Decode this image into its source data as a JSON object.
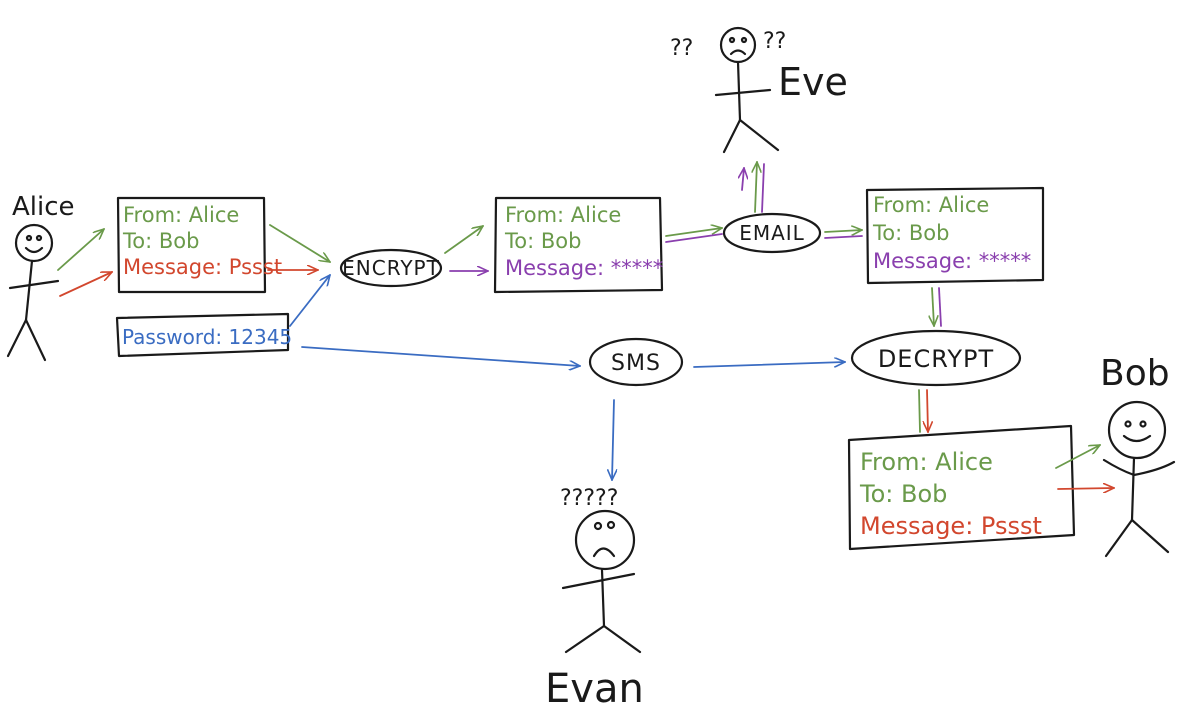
{
  "colors": {
    "ink": "#1a1a1a",
    "green": "#6a9a4a",
    "red": "#d2472e",
    "purple": "#8a3fae",
    "blue": "#3a6cc2"
  },
  "people": {
    "alice": "Alice",
    "bob": "Bob",
    "eve": "Eve",
    "evan": "Evan"
  },
  "nodes": {
    "encrypt": "ENCRYPT",
    "email": "EMAIL",
    "sms": "SMS",
    "decrypt": "DECRYPT"
  },
  "messages": {
    "original": {
      "from": "From: Alice",
      "to": "To: Bob",
      "message": "Message: Pssst"
    },
    "encrypted": {
      "from": "From: Alice",
      "to": "To: Bob",
      "message": "Message: *****"
    },
    "emailed": {
      "from": "From: Alice",
      "to": "To: Bob",
      "message": "Message: *****"
    },
    "decrypted": {
      "from": "From: Alice",
      "to": "To: Bob",
      "message": "Message: Pssst"
    }
  },
  "password": "Password: 12345",
  "confusion": {
    "eve_left": "??",
    "eve_right": "??",
    "evan": "?????"
  }
}
